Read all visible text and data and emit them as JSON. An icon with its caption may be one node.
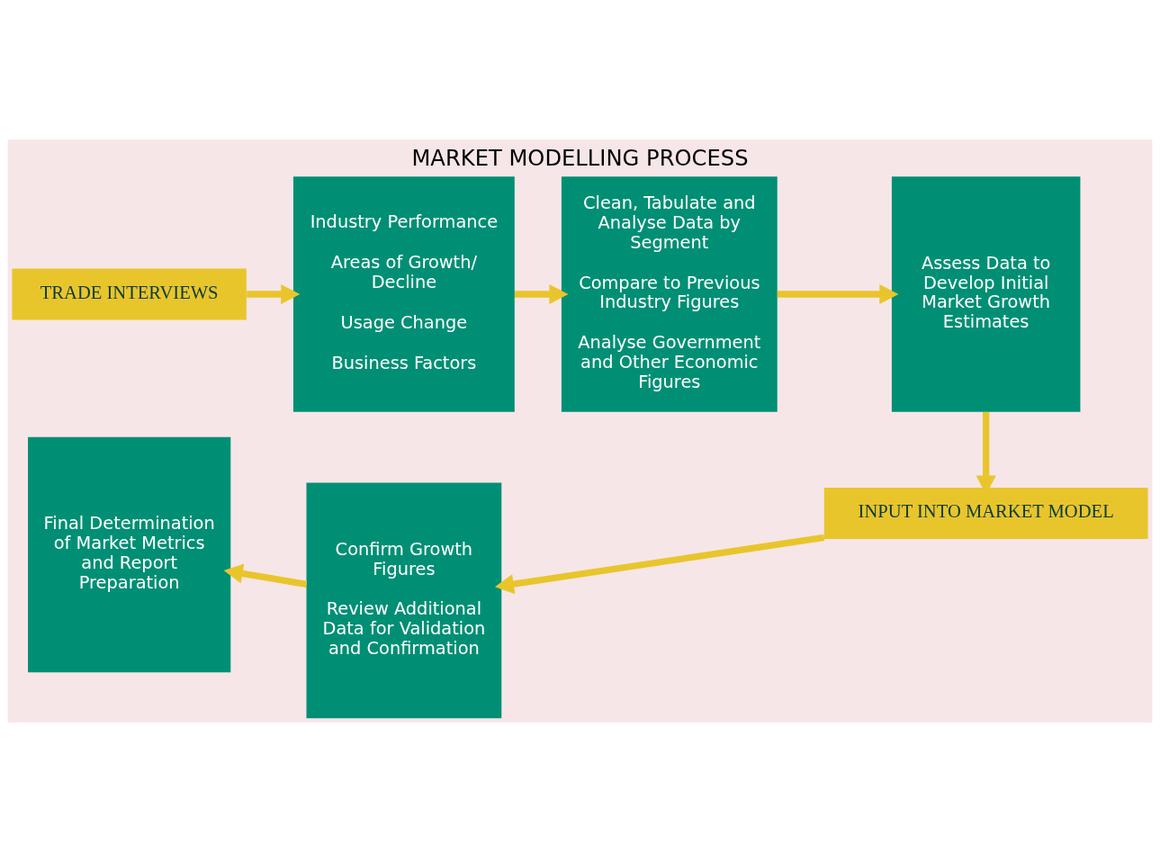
{
  "diagram": {
    "title": "MARKET MODELLING PROCESS",
    "nodes": [
      {
        "text": [
          "TRADE INTERVIEWS"
        ]
      },
      {
        "text": [
          "Industry Performance",
          "Areas of Growth/ Decline",
          "Usage Change",
          "Business Factors"
        ]
      },
      {
        "text": [
          "Clean, Tabulate and Analyse Data by Segment",
          "Compare to Previous Industry Figures",
          "Analyse Government and Other Economic Figures"
        ]
      },
      {
        "text": [
          "Assess Data to Develop Initial Market Growth Estimates"
        ]
      },
      {
        "text": [
          "INPUT INTO MARKET MODEL"
        ]
      },
      {
        "text": [
          "Confirm Growth Figures",
          "Review Additional Data for Validation and Confirmation"
        ]
      },
      {
        "text": [
          "Final Determination of Market Metrics and Report Preparation"
        ]
      }
    ],
    "edges": [
      {
        "from": 0,
        "to": 1,
        "arrow": "to"
      },
      {
        "from": 1,
        "to": 2,
        "arrow": "to"
      },
      {
        "from": 2,
        "to": 3,
        "arrow": "to"
      },
      {
        "from": 3,
        "to": 4,
        "arrow": "to"
      },
      {
        "from": 4,
        "to": 5,
        "arrow": "to"
      },
      {
        "from": 5,
        "to": 6,
        "arrow": "to"
      }
    ]
  }
}
